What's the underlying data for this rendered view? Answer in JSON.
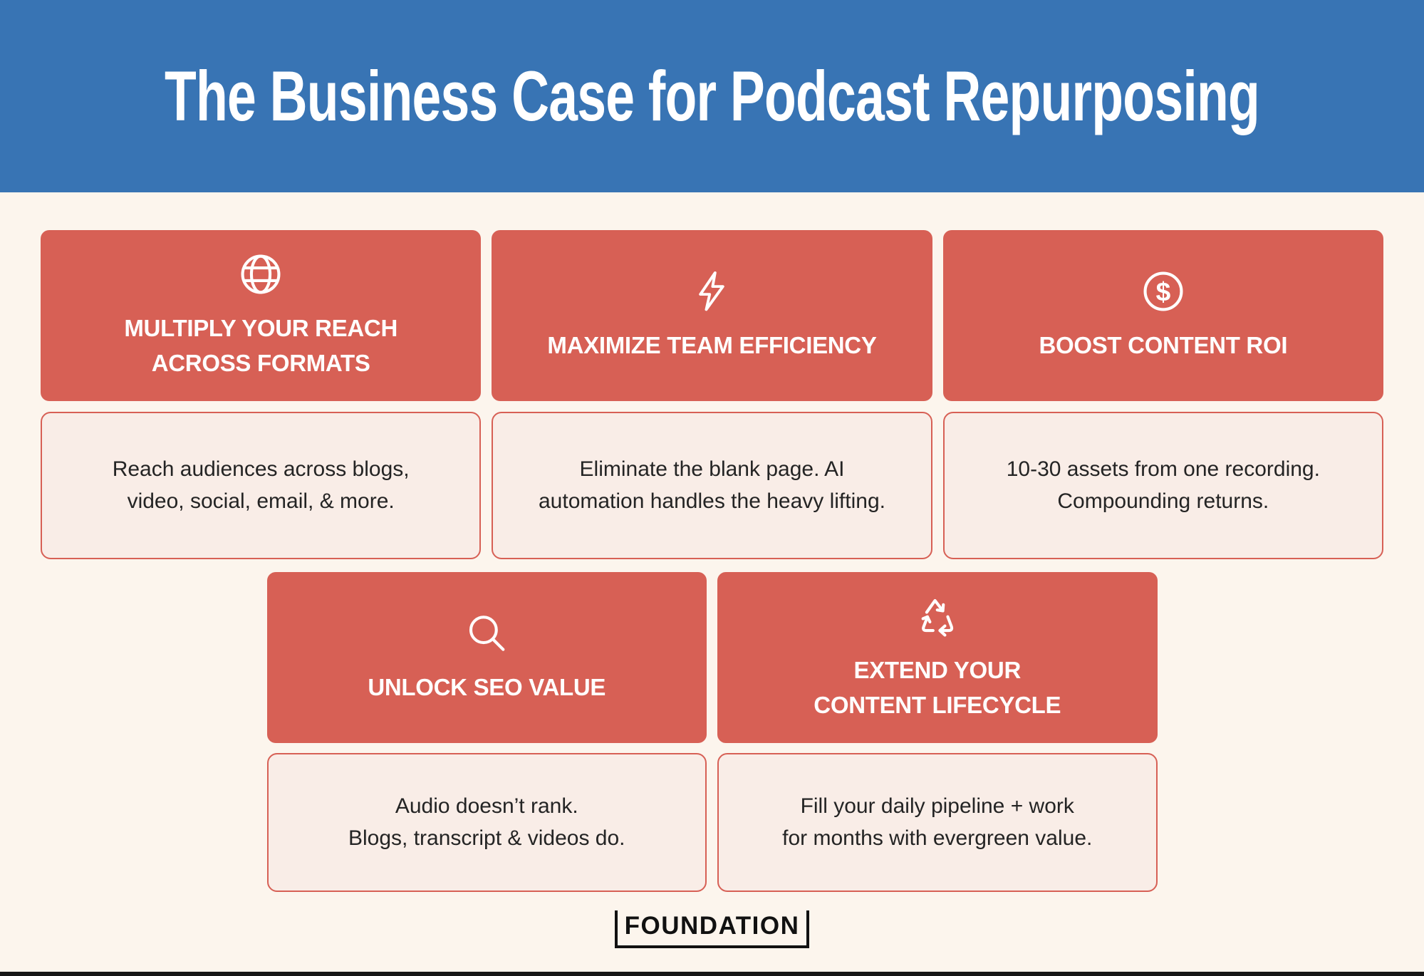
{
  "header": {
    "title": "The Business Case for Podcast Repurposing"
  },
  "cards": [
    {
      "icon": "globe-icon",
      "title": "MULTIPLY YOUR REACH\nACROSS FORMATS",
      "description": "Reach audiences across blogs,\nvideo, social, email, & more."
    },
    {
      "icon": "lightning-icon",
      "title": "MAXIMIZE TEAM EFFICIENCY",
      "description": "Eliminate the blank page. AI\nautomation handles the heavy lifting."
    },
    {
      "icon": "dollar-icon",
      "title": "BOOST CONTENT ROI",
      "description": "10-30 assets from one recording.\nCompounding returns."
    },
    {
      "icon": "search-icon",
      "title": "UNLOCK SEO VALUE",
      "description": "Audio doesn’t rank.\nBlogs, transcript & videos do."
    },
    {
      "icon": "recycle-icon",
      "title": "EXTEND YOUR\nCONTENT LIFECYCLE",
      "description": "Fill your daily pipeline + work\nfor months with evergreen value."
    }
  ],
  "footer": {
    "logo_text": "FOUNDATION"
  },
  "colors": {
    "header_blue": "#3874B4",
    "card_red": "#D76055",
    "page_cream": "#FCF5ED",
    "description_bg": "#F9EDE7",
    "body_text": "#242424",
    "logo_black": "#111111"
  }
}
